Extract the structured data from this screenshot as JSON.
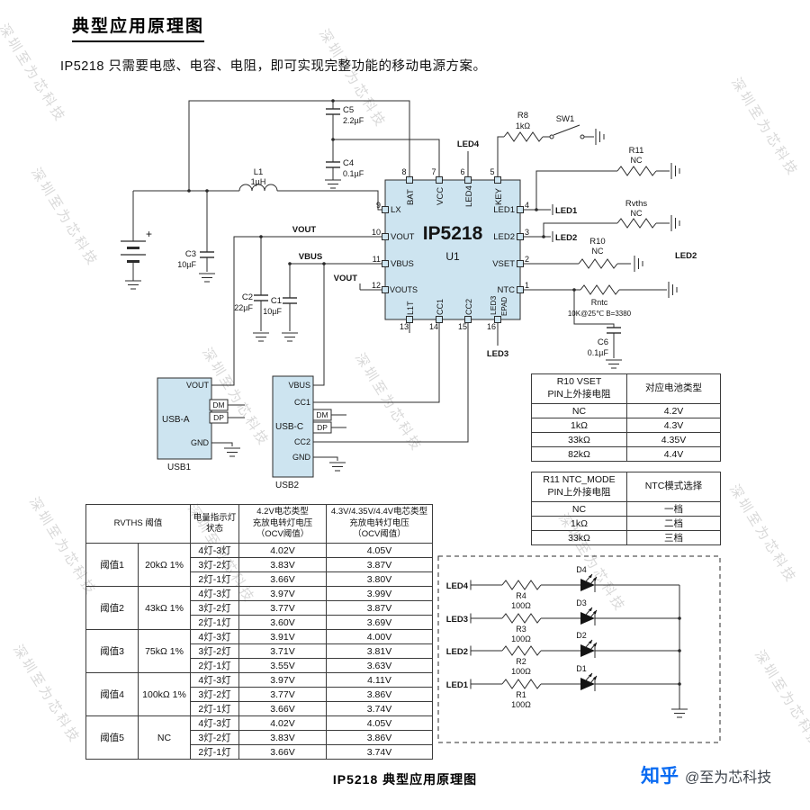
{
  "page": {
    "title": "典型应用原理图",
    "subtitle": "IP5218 只需要电感、电容、电阻，即可实现完整功能的移动电源方案。",
    "caption": "IP5218 典型应用原理图",
    "watermark": "深圳至为芯科技",
    "credit": {
      "brand": "知乎",
      "handle": "@至为芯科技"
    }
  },
  "chip": {
    "name": "IP5218",
    "ref": "U1",
    "pins": {
      "bat": "BAT",
      "vcc": "VCC",
      "led4": "LED4",
      "key": "KEY",
      "lx": "LX",
      "vout": "VOUT",
      "vbus": "VBUS",
      "vouts": "VOUTS",
      "led1": "LED1",
      "led2": "LED2",
      "vset": "VSET",
      "ntc": "NTC",
      "l1t": "L1T",
      "cc1": "CC1",
      "cc2": "CC2",
      "led3": "LED3",
      "epad": "EPAD"
    },
    "nums": {
      "p1": "1",
      "p2": "2",
      "p3": "3",
      "p4": "4",
      "p5": "5",
      "p6": "6",
      "p7": "7",
      "p8": "8",
      "p9": "9",
      "p10": "10",
      "p11": "11",
      "p12": "12",
      "p13": "13",
      "p14": "14",
      "p15": "15",
      "p16": "16"
    }
  },
  "parts": {
    "c5": {
      "ref": "C5",
      "val": "2.2µF"
    },
    "c4": {
      "ref": "C4",
      "val": "0.1µF"
    },
    "c3": {
      "ref": "C3",
      "val": "10µF"
    },
    "c2": {
      "ref": "C2",
      "val": "22µF"
    },
    "c1": {
      "ref": "C1",
      "val": "10µF"
    },
    "c6": {
      "ref": "C6",
      "val": "0.1µF"
    },
    "l1": {
      "ref": "L1",
      "val": "1µH"
    },
    "r8": {
      "ref": "R8",
      "val": "1kΩ"
    },
    "sw1": {
      "ref": "SW1"
    },
    "r11": {
      "ref": "R11",
      "val": "NC"
    },
    "rvths": {
      "ref": "Rvths",
      "val": "NC"
    },
    "r10": {
      "ref": "R10",
      "val": "NC"
    },
    "rntc": {
      "ref": "Rntc",
      "val": "10K@25℃ B=3380"
    },
    "battery_plus": "+"
  },
  "nets": {
    "vout": "VOUT",
    "vbus": "VBUS",
    "vout_s": "VOUT",
    "led1": "LED1",
    "led2": "LED2",
    "led2_r": "LED2",
    "led3": "LED3",
    "led4": "LED4"
  },
  "usb_a": {
    "label": "USB-A",
    "ref": "USB1",
    "vout": "VOUT",
    "dm": "DM",
    "dp": "DP",
    "gnd": "GND"
  },
  "usb_c": {
    "label": "USB-C",
    "ref": "USB2",
    "vbus": "VBUS",
    "cc1": "CC1",
    "dm": "DM",
    "dp": "DP",
    "cc2": "CC2",
    "gnd": "GND"
  },
  "led_box": {
    "rows": [
      {
        "net": "LED4",
        "res": "R4",
        "val": "100Ω",
        "diode": "D4"
      },
      {
        "net": "LED3",
        "res": "R3",
        "val": "100Ω",
        "diode": "D3"
      },
      {
        "net": "LED2",
        "res": "R2",
        "val": "100Ω",
        "diode": "D2"
      },
      {
        "net": "LED1",
        "res": "R1",
        "val": "100Ω",
        "diode": "D1"
      }
    ]
  },
  "vset_table": {
    "h1": "R10 VSET\nPIN上外接电阻",
    "h2": "对应电池类型",
    "rows": [
      [
        "NC",
        "4.2V"
      ],
      [
        "1kΩ",
        "4.3V"
      ],
      [
        "33kΩ",
        "4.35V"
      ],
      [
        "82kΩ",
        "4.4V"
      ]
    ]
  },
  "ntc_table": {
    "h1": "R11 NTC_MODE\nPIN上外接电阻",
    "h2": "NTC模式选择",
    "rows": [
      [
        "NC",
        "一档"
      ],
      [
        "1kΩ",
        "二档"
      ],
      [
        "33kΩ",
        "三档"
      ]
    ]
  },
  "rvths_table": {
    "h_rvths": "RVTHS 阈值",
    "h_led": "电量指示灯\n状态",
    "h_42": "4.2V电芯类型\n充放电转灯电压\n（OCV阈值）",
    "h_44": "4.3V/4.35V/4.4V电芯类型\n充放电转灯电压\n（OCV阈值）",
    "groups": [
      {
        "name": "阈值1",
        "res": "20kΩ 1%",
        "rows": [
          [
            "4灯-3灯",
            "4.02V",
            "4.05V"
          ],
          [
            "3灯-2灯",
            "3.83V",
            "3.87V"
          ],
          [
            "2灯-1灯",
            "3.66V",
            "3.80V"
          ]
        ]
      },
      {
        "name": "阈值2",
        "res": "43kΩ 1%",
        "rows": [
          [
            "4灯-3灯",
            "3.97V",
            "3.99V"
          ],
          [
            "3灯-2灯",
            "3.77V",
            "3.87V"
          ],
          [
            "2灯-1灯",
            "3.60V",
            "3.69V"
          ]
        ]
      },
      {
        "name": "阈值3",
        "res": "75kΩ 1%",
        "rows": [
          [
            "4灯-3灯",
            "3.91V",
            "4.00V"
          ],
          [
            "3灯-2灯",
            "3.71V",
            "3.81V"
          ],
          [
            "2灯-1灯",
            "3.55V",
            "3.63V"
          ]
        ]
      },
      {
        "name": "阈值4",
        "res": "100kΩ 1%",
        "rows": [
          [
            "4灯-3灯",
            "3.97V",
            "4.11V"
          ],
          [
            "3灯-2灯",
            "3.77V",
            "3.86V"
          ],
          [
            "2灯-1灯",
            "3.66V",
            "3.74V"
          ]
        ]
      },
      {
        "name": "阈值5",
        "res": "NC",
        "rows": [
          [
            "4灯-3灯",
            "4.02V",
            "4.05V"
          ],
          [
            "3灯-2灯",
            "3.83V",
            "3.86V"
          ],
          [
            "2灯-1灯",
            "3.66V",
            "3.74V"
          ]
        ]
      }
    ]
  }
}
